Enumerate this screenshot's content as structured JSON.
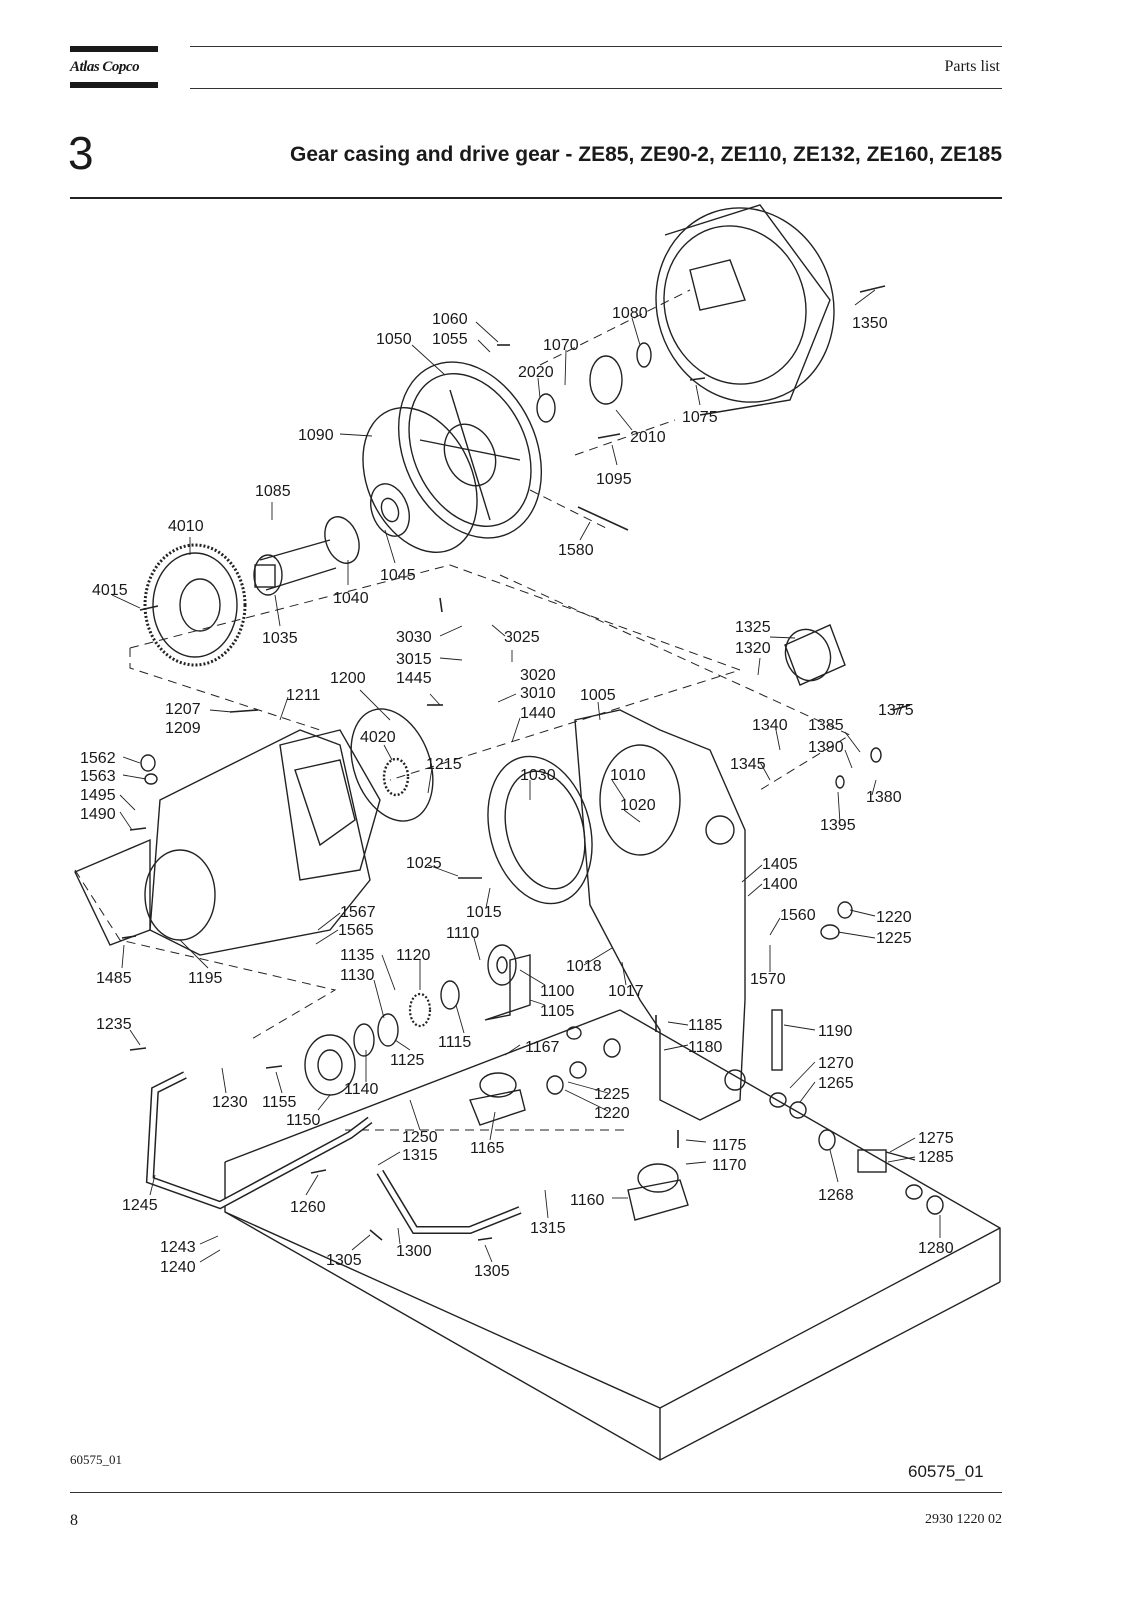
{
  "header": {
    "brand": "Atlas Copco",
    "section_label": "Parts list"
  },
  "chapter": {
    "number": "3",
    "title": "Gear casing and drive gear  -  ZE85, ZE90-2, ZE110, ZE132, ZE160, ZE185"
  },
  "diagram": {
    "ref_label": "60575_01",
    "part_labels": [
      {
        "text": "1060"
      },
      {
        "text": "1055"
      },
      {
        "text": "1050"
      },
      {
        "text": "1080"
      },
      {
        "text": "1070"
      },
      {
        "text": "2020"
      },
      {
        "text": "1350"
      },
      {
        "text": "1075"
      },
      {
        "text": "2010"
      },
      {
        "text": "1090"
      },
      {
        "text": "1095"
      },
      {
        "text": "1085"
      },
      {
        "text": "4010"
      },
      {
        "text": "1580"
      },
      {
        "text": "1045"
      },
      {
        "text": "4015"
      },
      {
        "text": "1040"
      },
      {
        "text": "1035"
      },
      {
        "text": "3030"
      },
      {
        "text": "3025"
      },
      {
        "text": "1325"
      },
      {
        "text": "1320"
      },
      {
        "text": "3015"
      },
      {
        "text": "3020"
      },
      {
        "text": "1200"
      },
      {
        "text": "1445"
      },
      {
        "text": "3010"
      },
      {
        "text": "1005"
      },
      {
        "text": "1207"
      },
      {
        "text": "1211"
      },
      {
        "text": "1209"
      },
      {
        "text": "1440"
      },
      {
        "text": "1375"
      },
      {
        "text": "4020"
      },
      {
        "text": "1340"
      },
      {
        "text": "1385"
      },
      {
        "text": "1562"
      },
      {
        "text": "1390"
      },
      {
        "text": "1563"
      },
      {
        "text": "1215"
      },
      {
        "text": "1345"
      },
      {
        "text": "1030"
      },
      {
        "text": "1010"
      },
      {
        "text": "1495"
      },
      {
        "text": "1380"
      },
      {
        "text": "1490"
      },
      {
        "text": "1020"
      },
      {
        "text": "1395"
      },
      {
        "text": "1025"
      },
      {
        "text": "1405"
      },
      {
        "text": "1400"
      },
      {
        "text": "1015"
      },
      {
        "text": "1560"
      },
      {
        "text": "1220"
      },
      {
        "text": "1567"
      },
      {
        "text": "1225"
      },
      {
        "text": "1565"
      },
      {
        "text": "1110"
      },
      {
        "text": "1135"
      },
      {
        "text": "1120"
      },
      {
        "text": "1018"
      },
      {
        "text": "1570"
      },
      {
        "text": "1485"
      },
      {
        "text": "1195"
      },
      {
        "text": "1130"
      },
      {
        "text": "1100"
      },
      {
        "text": "1017"
      },
      {
        "text": "1105"
      },
      {
        "text": "1235"
      },
      {
        "text": "1185"
      },
      {
        "text": "1190"
      },
      {
        "text": "1180"
      },
      {
        "text": "1167"
      },
      {
        "text": "1115"
      },
      {
        "text": "1125"
      },
      {
        "text": "1270"
      },
      {
        "text": "1140"
      },
      {
        "text": "1265"
      },
      {
        "text": "1230"
      },
      {
        "text": "1155"
      },
      {
        "text": "1225"
      },
      {
        "text": "1150"
      },
      {
        "text": "1220"
      },
      {
        "text": "1250"
      },
      {
        "text": "1315"
      },
      {
        "text": "1275"
      },
      {
        "text": "1175"
      },
      {
        "text": "1165"
      },
      {
        "text": "1285"
      },
      {
        "text": "1170"
      },
      {
        "text": "1160"
      },
      {
        "text": "1268"
      },
      {
        "text": "1245"
      },
      {
        "text": "1260"
      },
      {
        "text": "1315"
      },
      {
        "text": "1243"
      },
      {
        "text": "1300"
      },
      {
        "text": "1280"
      },
      {
        "text": "1305"
      },
      {
        "text": "1240"
      },
      {
        "text": "1305"
      }
    ]
  },
  "footer": {
    "figure_ref": "60575_01",
    "page_number": "8",
    "doc_number": "2930 1220 02"
  }
}
